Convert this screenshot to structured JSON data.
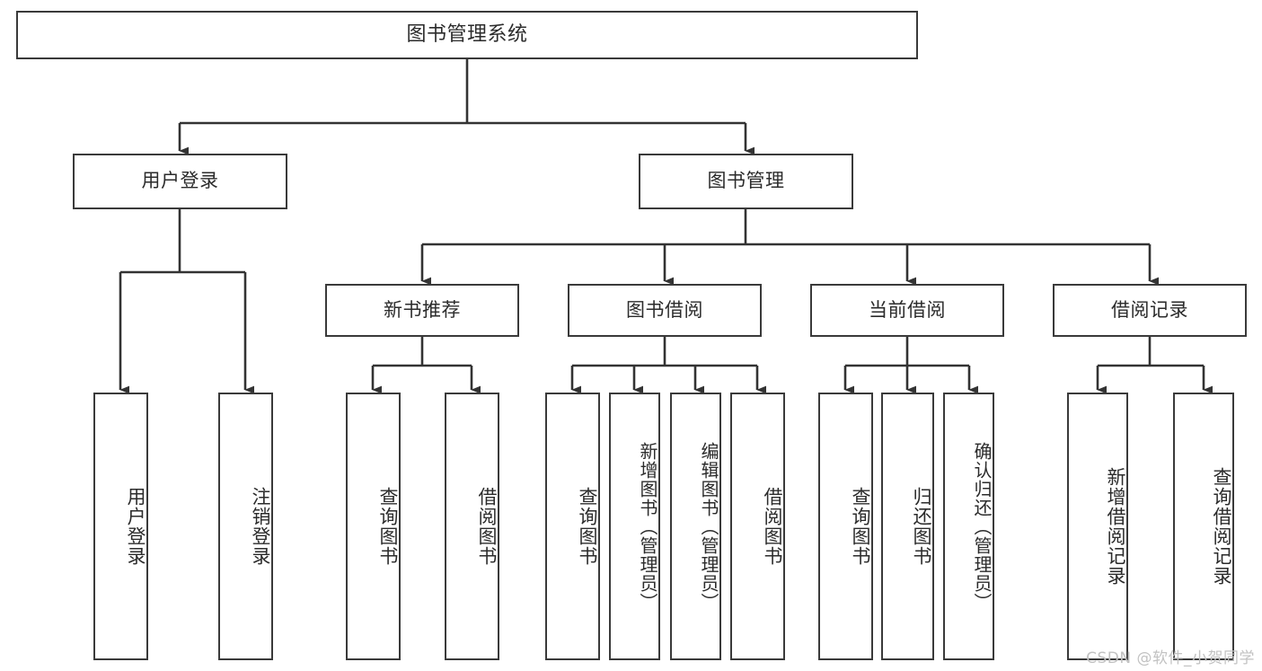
{
  "diagram": {
    "title": "图书管理系统",
    "type": "功能结构图",
    "watermark": "CSDN @软件_小贺同学",
    "colors": {
      "box_border": "#3a3a3a",
      "box_fill": "#ffffff",
      "connector": "#333333",
      "text": "#2b2b2b",
      "watermark": "#c2c2c2",
      "background": "#ffffff"
    }
  },
  "nodes": {
    "root": {
      "label": "图书管理系统"
    },
    "level1": [
      {
        "id": "user-login",
        "label": "用户登录"
      },
      {
        "id": "book-manage",
        "label": "图书管理"
      }
    ],
    "level2": [
      {
        "id": "new-book-recommend",
        "label": "新书推荐"
      },
      {
        "id": "book-borrow",
        "label": "图书借阅"
      },
      {
        "id": "current-borrow",
        "label": "当前借阅"
      },
      {
        "id": "borrow-record",
        "label": "借阅记录"
      }
    ],
    "leaves": {
      "user_login": [
        {
          "id": "leaf-user-login",
          "label": "用户登录"
        },
        {
          "id": "leaf-logout-login",
          "label": "注销登录"
        }
      ],
      "new_book_recommend": [
        {
          "id": "leaf-query-book-1",
          "label": "查询图书"
        },
        {
          "id": "leaf-borrow-book-1",
          "label": "借阅图书"
        }
      ],
      "book_borrow": [
        {
          "id": "leaf-query-book-2",
          "label": "查询图书"
        },
        {
          "id": "leaf-add-book",
          "label": "新增图书（管理员）"
        },
        {
          "id": "leaf-edit-book",
          "label": "编辑图书（管理员）"
        },
        {
          "id": "leaf-borrow-book-2",
          "label": "借阅图书"
        }
      ],
      "current_borrow": [
        {
          "id": "leaf-query-book-3",
          "label": "查询图书"
        },
        {
          "id": "leaf-return-book",
          "label": "归还图书"
        },
        {
          "id": "leaf-confirm-return",
          "label": "确认归还（管理员）"
        }
      ],
      "borrow_record": [
        {
          "id": "leaf-add-borrow-record",
          "label": "新增借阅记录"
        },
        {
          "id": "leaf-query-borrow-record",
          "label": "查询借阅记录"
        }
      ]
    }
  }
}
